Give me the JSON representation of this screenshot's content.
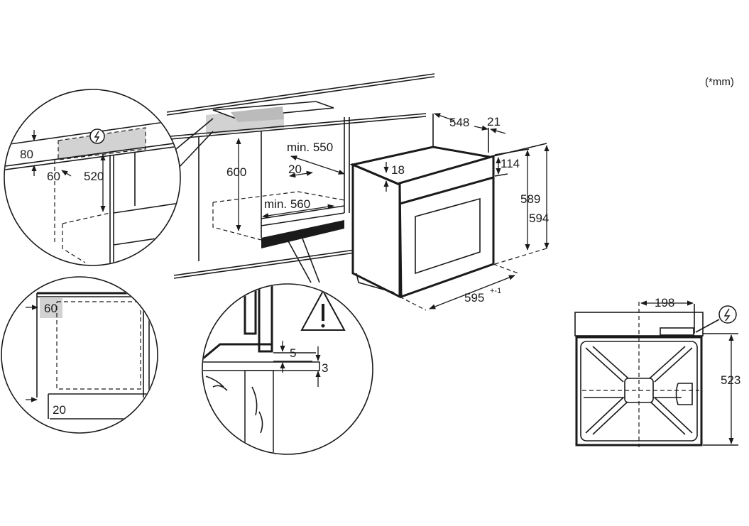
{
  "unit_note": "(*mm)",
  "detail_top_left": {
    "dim_80": "80",
    "dim_60": "60",
    "dim_520": "520",
    "power_symbol": "lightning-in-circle"
  },
  "cabinet": {
    "dim_600": "600",
    "dim_min550": "min. 550",
    "dim_20": "20",
    "dim_min560": "min. 560"
  },
  "oven": {
    "dim_548": "548",
    "dim_21": "21",
    "dim_18": "18",
    "dim_114": "114",
    "dim_589": "589",
    "dim_594": "594",
    "dim_595": "595",
    "dim_595_tol": "+-1"
  },
  "detail_bottom_left": {
    "dim_60": "60",
    "dim_20": "20"
  },
  "detail_gap": {
    "dim_5": "5",
    "dim_3": "3",
    "warning_symbol": "warning-triangle"
  },
  "top_view": {
    "dim_198": "198",
    "dim_523": "523",
    "power_symbol": "lightning-in-circle"
  }
}
